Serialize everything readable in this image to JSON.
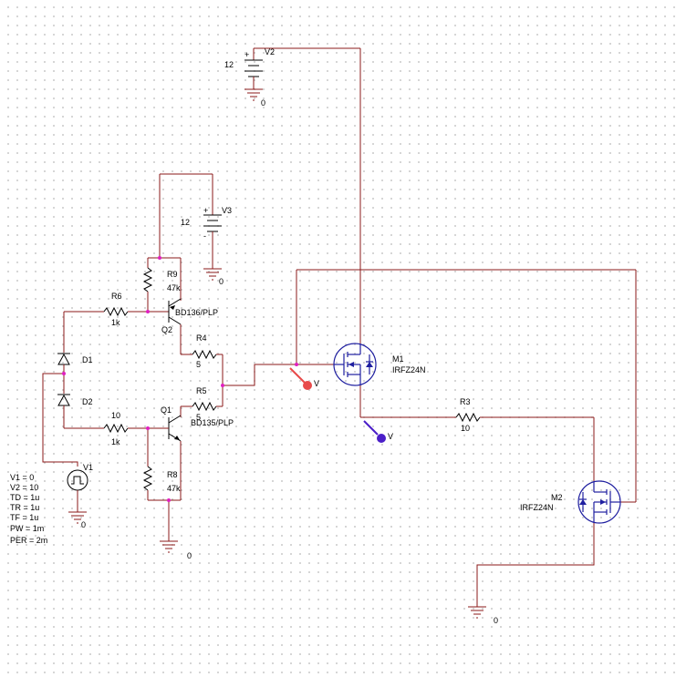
{
  "sources": {
    "v2": {
      "name": "V2",
      "value": "12",
      "ground": "0"
    },
    "v3": {
      "name": "V3",
      "value": "12",
      "ground": "0"
    },
    "v1": {
      "name": "V1",
      "params": [
        "V1 = 0",
        "V2 = 10",
        "TD = 1u",
        "TR = 1u",
        "TF = 1u",
        "PW = 1m",
        "PER = 2m"
      ],
      "ground": "0"
    }
  },
  "resistors": {
    "r9": {
      "name": "R9",
      "value": "47k"
    },
    "r6": {
      "name": "R6",
      "value": "1k"
    },
    "r4": {
      "name": "R4",
      "value": "5"
    },
    "r5": {
      "name": "R5",
      "value": "5"
    },
    "r10": {
      "name": "10",
      "value": "1k"
    },
    "r8": {
      "name": "R8",
      "value": "47k"
    },
    "r3": {
      "name": "R3",
      "value": "10"
    }
  },
  "transistors": {
    "q2": {
      "name": "Q2",
      "model": "BD136/PLP"
    },
    "q1": {
      "name": "Q1",
      "model": "BD135/PLP"
    }
  },
  "diodes": {
    "d1": {
      "name": "D1"
    },
    "d2": {
      "name": "D2"
    }
  },
  "mosfets": {
    "m1": {
      "name": "M1",
      "model": "IRFZ24N"
    },
    "m2": {
      "name": "M2",
      "model": "IRFZ24N"
    }
  },
  "grounds": {
    "q1_emitter": "0",
    "m2_source": "0"
  },
  "probes": {
    "gate": {
      "label": "V",
      "color": "#e84a4a"
    },
    "source": {
      "label": "V",
      "color": "#4b1fc8"
    }
  },
  "colors": {
    "wire": "#8b1a1a",
    "component": "#000000",
    "mosfet": "#1f1fa0",
    "junction": "#e020c0"
  }
}
